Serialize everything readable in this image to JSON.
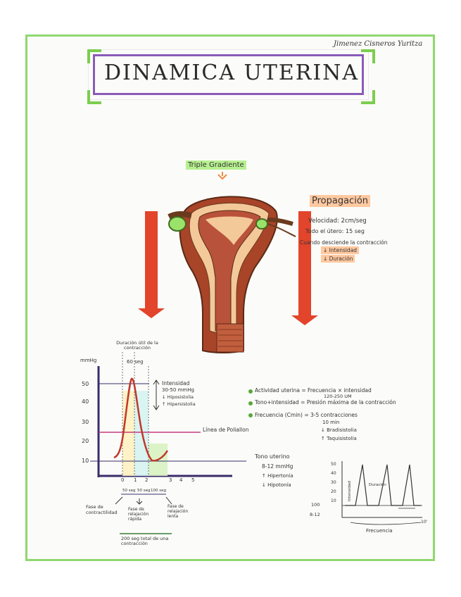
{
  "author": "Jimenez Cisneros Yuritza",
  "title": "DINAMICA UTERINA",
  "triple_gradiente": "Triple Gradiente",
  "propagacion": {
    "heading": "Propagación",
    "velocidad": "Velocidad: 2cm/seg",
    "todo_el_utero": "Todo el útero: 15 seg",
    "cuando": "Cuando desciende la contracción",
    "intensidad": "↓ Intensidad",
    "duracion": "↓ Duración"
  },
  "graph": {
    "ylabel": "mmHg",
    "y_ticks": [
      "50",
      "40",
      "30",
      "20",
      "10"
    ],
    "x_ticks": [
      "0",
      "1",
      "2",
      "3",
      "4",
      "5"
    ],
    "duracion_label": "Duración útil de la contracción",
    "duracion_value": "60 seg",
    "intensidad_title": "Intensidad",
    "intensidad_range": "30-50 mmHg",
    "hiposistolia": "↓ Hiposistolia",
    "hipersistolia": "↑ Hipersistolia",
    "linea_poliallon": "Línea de Poliallon",
    "tono_title": "Tono uterino",
    "tono_range": "8-12 mmHg",
    "hipertonia": "↑ Hipertonía",
    "hipotonia": "↓ Hipotonía",
    "fase_contractilidad": "Fase de contractilidad",
    "fase_relajacion_rapida": "Fase de relajación rápida",
    "fase_relajacion_lenta": "Fase de relajación lenta",
    "seg50": "50 seg",
    "seg50b": "50 seg",
    "seg100": "100 seg",
    "total": "200 seg total de una contracción"
  },
  "activity": {
    "actividad": "Actividad uterina = Frecuencia × intensidad",
    "actividad_range": "120-250 UM",
    "tono_intensidad": "Tono+intensidad = Presión máxima de la contracción",
    "frecuencia": "Frecuencia (Cmin) = 3-5 contracciones",
    "frecuencia_2": "10 min",
    "bradisistolia": "↓ Bradisistolia",
    "taquisistolia": "↑ Taquisistolia"
  },
  "mini_graph": {
    "y_ticks": [
      "50",
      "40",
      "30",
      "20",
      "10"
    ],
    "left_labels": [
      "100",
      "8-12"
    ],
    "intensidad": "Intensidad",
    "duracion": "Duración",
    "frecuencia": "Frecuencia",
    "ten_min": "10'"
  }
}
